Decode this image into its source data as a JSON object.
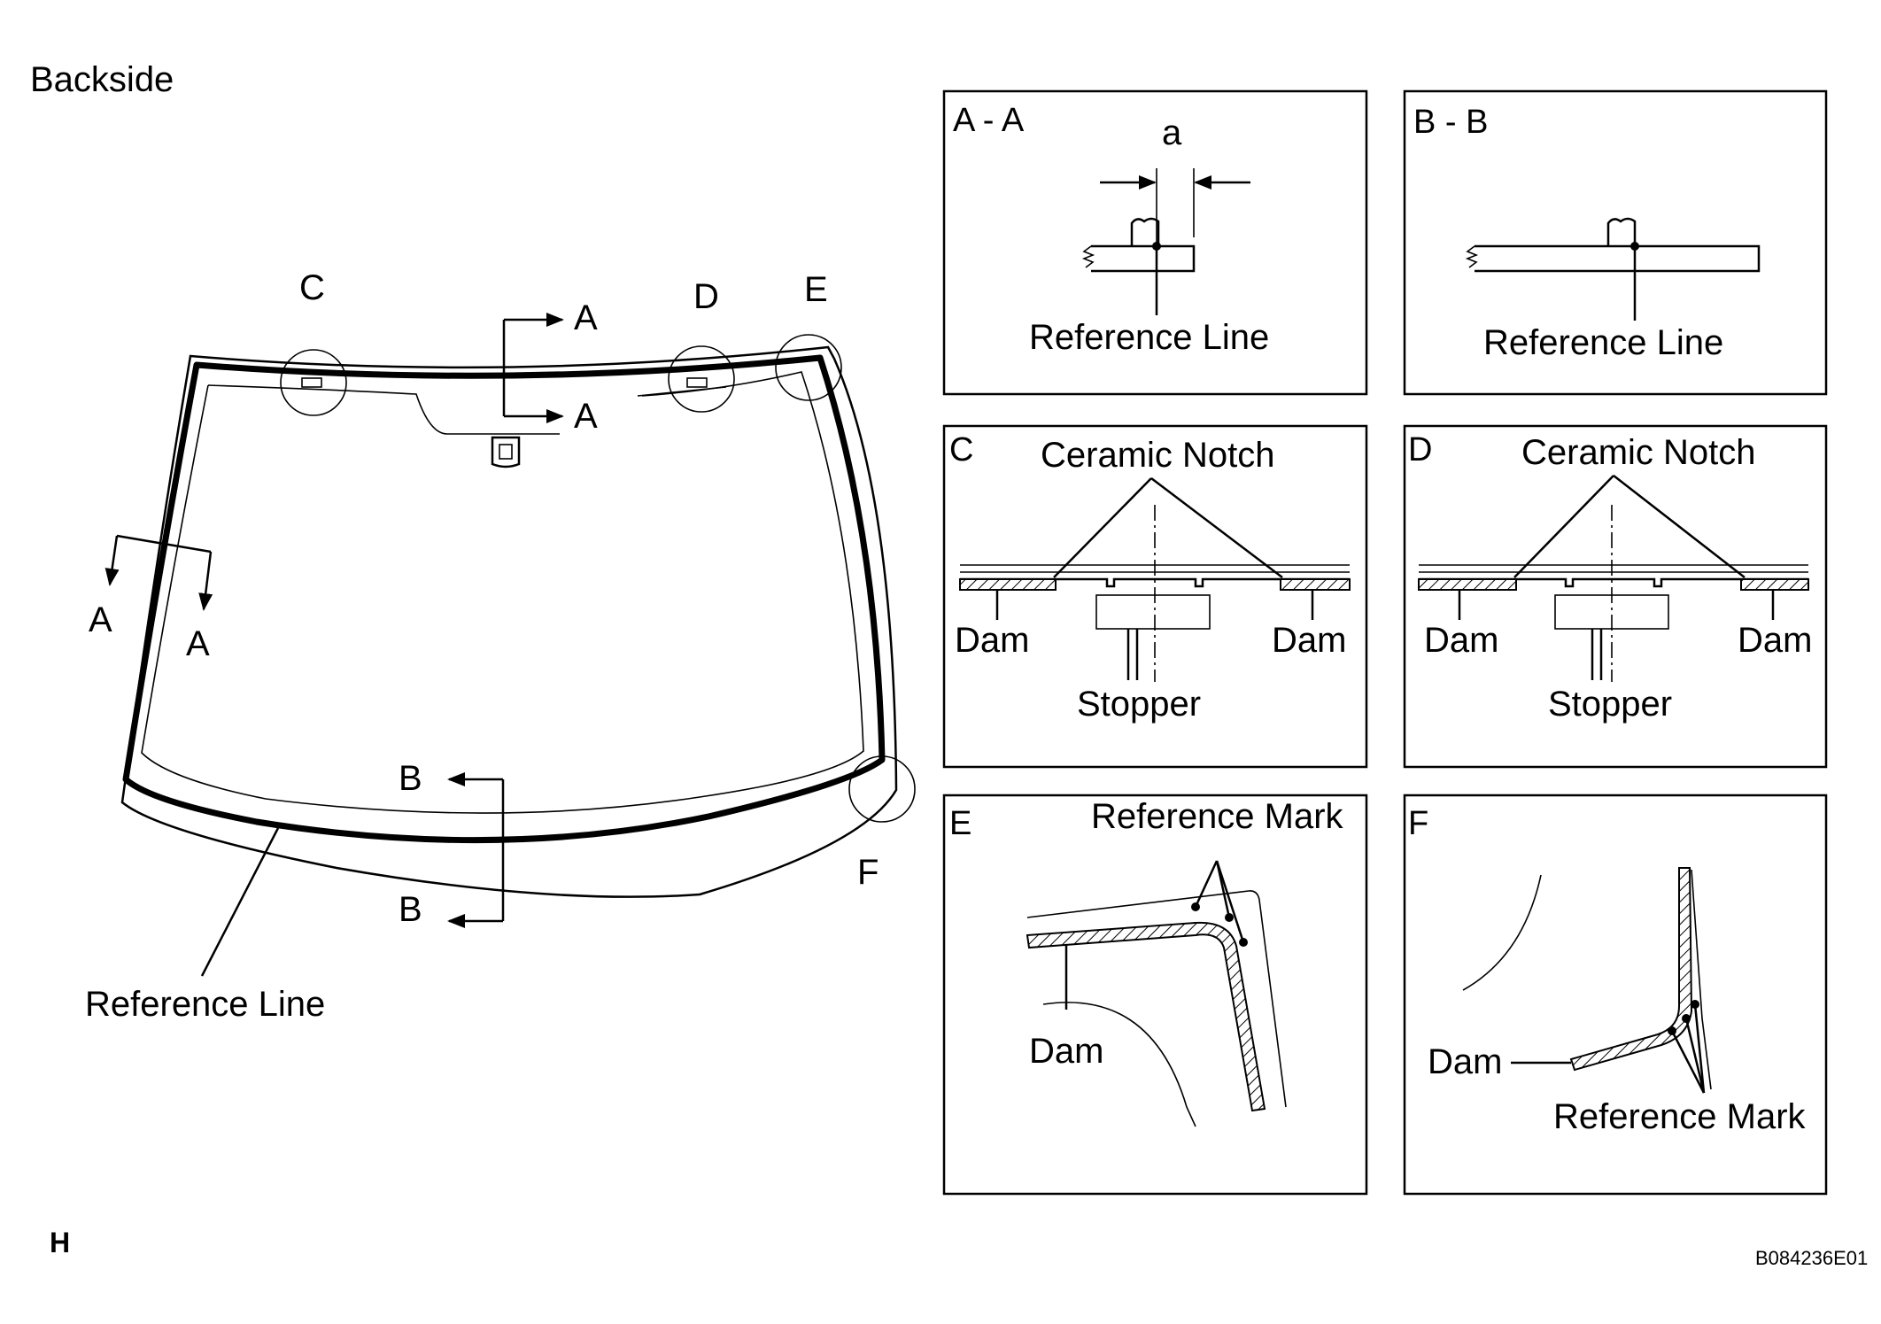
{
  "main": {
    "title": "Backside",
    "labels": {
      "c": "C",
      "d": "D",
      "e": "E",
      "f": "F",
      "a": "A",
      "b": "B",
      "reference_line": "Reference Line"
    }
  },
  "panels": {
    "aa": {
      "title": "A - A",
      "dim": "a",
      "ref": "Reference Line"
    },
    "bb": {
      "title": "B - B",
      "ref": "Reference Line"
    },
    "c": {
      "title": "C",
      "notch": "Ceramic Notch",
      "dam": "Dam",
      "stopper": "Stopper"
    },
    "d": {
      "title": "D",
      "notch": "Ceramic Notch",
      "dam": "Dam",
      "stopper": "Stopper"
    },
    "e": {
      "title": "E",
      "mark": "Reference Mark",
      "dam": "Dam"
    },
    "f": {
      "title": "F",
      "mark": "Reference Mark",
      "dam": "Dam"
    }
  },
  "footer": {
    "page_code": "H",
    "figure_id": "B084236E01"
  }
}
